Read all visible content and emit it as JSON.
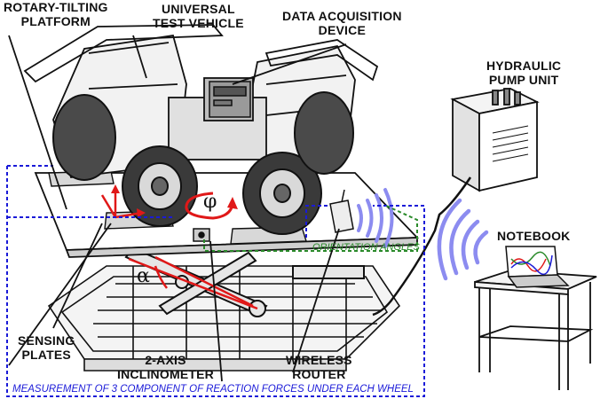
{
  "labels": {
    "rotary_platform": [
      "ROTARY-TILTING",
      "PLATFORM"
    ],
    "test_vehicle": [
      "UNIVERSAL",
      "TEST VEHICLE"
    ],
    "daq_device": [
      "DATA ACQUISITION",
      "DEVICE"
    ],
    "hydraulic_pump": [
      "HYDRAULIC",
      "PUMP UNIT"
    ],
    "notebook": "NOTEBOOK",
    "sensing_plates": [
      "SENSING",
      "PLATES"
    ],
    "inclinometer": [
      "2-AXIS",
      "INCLINOMETER"
    ],
    "wireless_router": [
      "WIRELESS",
      "ROUTER"
    ],
    "orientation_angles": "ORIENTATION ANGLES",
    "caption": "MEASUREMENT OF 3 COMPONENT OF REACTION FORCES UNDER EACH WHEEL",
    "phi_symbol": "φ",
    "alpha_symbol": "α"
  },
  "colors": {
    "measurement_frame": "#1a1ad8",
    "orientation_frame": "#2a8a2a",
    "angle_arrows": "#e01818",
    "wireless_waves": "#8c8cf0",
    "outline": "#111111"
  }
}
